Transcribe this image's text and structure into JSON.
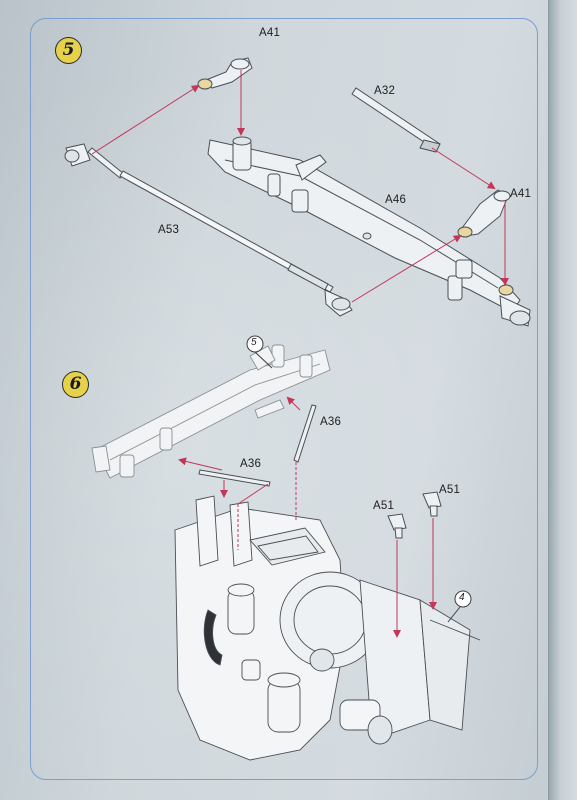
{
  "steps": [
    {
      "number": "5"
    },
    {
      "number": "6"
    }
  ],
  "part_labels": {
    "a41_top": "A41",
    "a32": "A32",
    "a41_right": "A41",
    "a46": "A46",
    "a53": "A53",
    "a36_vertical": "A36",
    "a36_horizontal": "A36",
    "a51_left": "A51",
    "a51_right": "A51"
  },
  "callouts": {
    "subassembly_5": "5",
    "subassembly_4": "4"
  },
  "colors": {
    "frame": "#7a9fd0",
    "badge": "#e6d14a",
    "arrow": "#c2365a",
    "line_art": "#4a4f55"
  }
}
